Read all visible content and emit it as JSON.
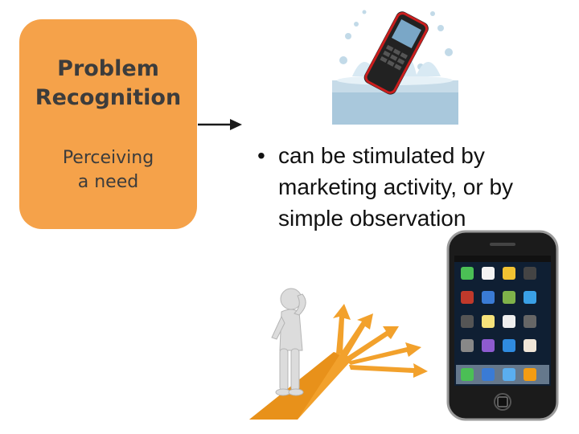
{
  "stage": {
    "title_line1": "Problem",
    "title_line2": "Recognition",
    "subtitle_line1": "Perceiving",
    "subtitle_line2": "a need"
  },
  "bullet": {
    "marker": "•",
    "line1": "can be stimulated by",
    "line2": "marketing activity, or by",
    "line3": "simple observation"
  },
  "colors": {
    "stage_box": "#f5a24a",
    "stage_text": "#3c3c3c",
    "arrow": "#1a1a1a",
    "path_orange": "#f2a12c"
  },
  "images": {
    "splash_phone": "phone-in-water-image",
    "thinking_figure": "thinking-person-at-crossroads-image",
    "smartphone": "iphone-image"
  }
}
